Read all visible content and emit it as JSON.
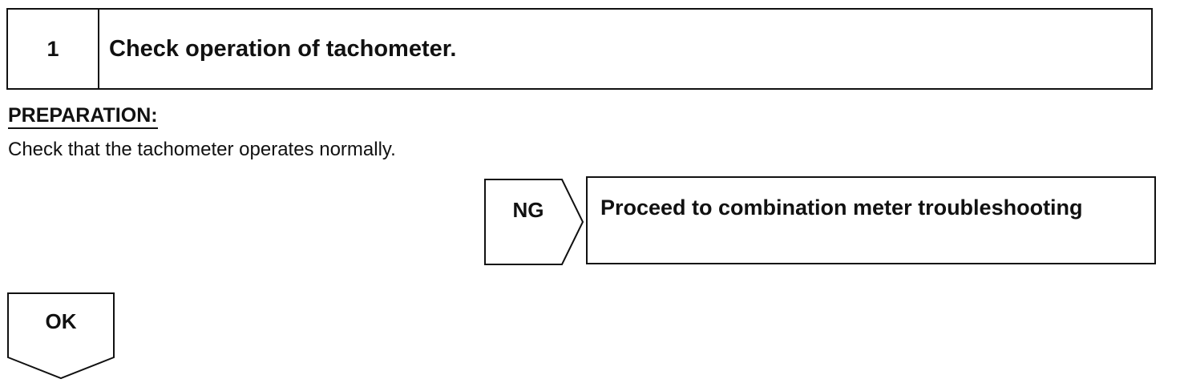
{
  "step": {
    "number": "1",
    "title": "Check operation of tachometer."
  },
  "preparation": {
    "heading": "PREPARATION:",
    "text": "Check that the tachometer operates normally."
  },
  "ng": {
    "label": "NG",
    "result": "Proceed to combination meter troubleshooting"
  },
  "ok": {
    "label": "OK"
  }
}
